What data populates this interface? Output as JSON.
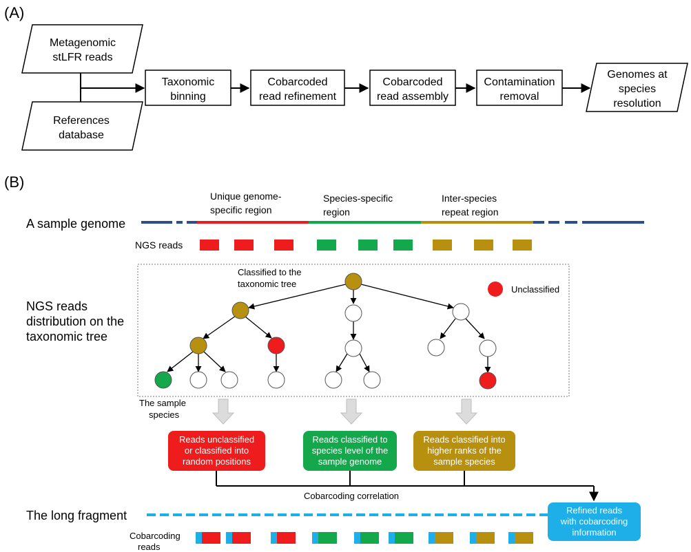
{
  "panel_a": {
    "label": "(A)",
    "input1": [
      "Metagenomic",
      "stLFR reads"
    ],
    "input2": [
      "References",
      "database"
    ],
    "steps": [
      [
        "Taxonomic",
        "binning"
      ],
      [
        "Cobarcoded",
        "read refinement"
      ],
      [
        "Cobarcoded",
        "read assembly"
      ],
      [
        "Contamination",
        "removal"
      ]
    ],
    "output": [
      "Genomes at",
      "species",
      "resolution"
    ]
  },
  "panel_b": {
    "label": "(B)",
    "region_unique": [
      "Unique genome-",
      "specific region"
    ],
    "region_species": [
      "Species-specific",
      "region"
    ],
    "region_repeat": [
      "Inter-species",
      "repeat region"
    ],
    "sample_genome_label": "A sample genome",
    "ngs_reads_label": "NGS reads",
    "classified_note": [
      "Classified to the",
      "taxonomic tree"
    ],
    "unclassified_legend": "Unclassified",
    "distribution_label": [
      "NGS reads",
      "distribution on the",
      "taxonomic tree"
    ],
    "sample_species_label": [
      "The sample",
      "species"
    ],
    "box_red": [
      "Reads unclassified",
      "or classified into",
      "random positions"
    ],
    "box_green": [
      "Reads classified to",
      "species level of the",
      "sample genome"
    ],
    "box_gold": [
      "Reads classified into",
      "higher ranks of the",
      "sample species"
    ],
    "cobarcoding_correlation": "Cobarcoding correlation",
    "long_fragment_label": "The long fragment",
    "refined_box": [
      "Refined reads",
      "with cobarcoding",
      "information"
    ],
    "cobarcoding_reads_label": [
      "Cobarcoding",
      "reads"
    ]
  },
  "colors": {
    "red": "#ee1c1c",
    "green": "#14a84d",
    "gold": "#b8900f",
    "blue_line": "#2c4f8c",
    "cyan": "#1eaee8"
  }
}
